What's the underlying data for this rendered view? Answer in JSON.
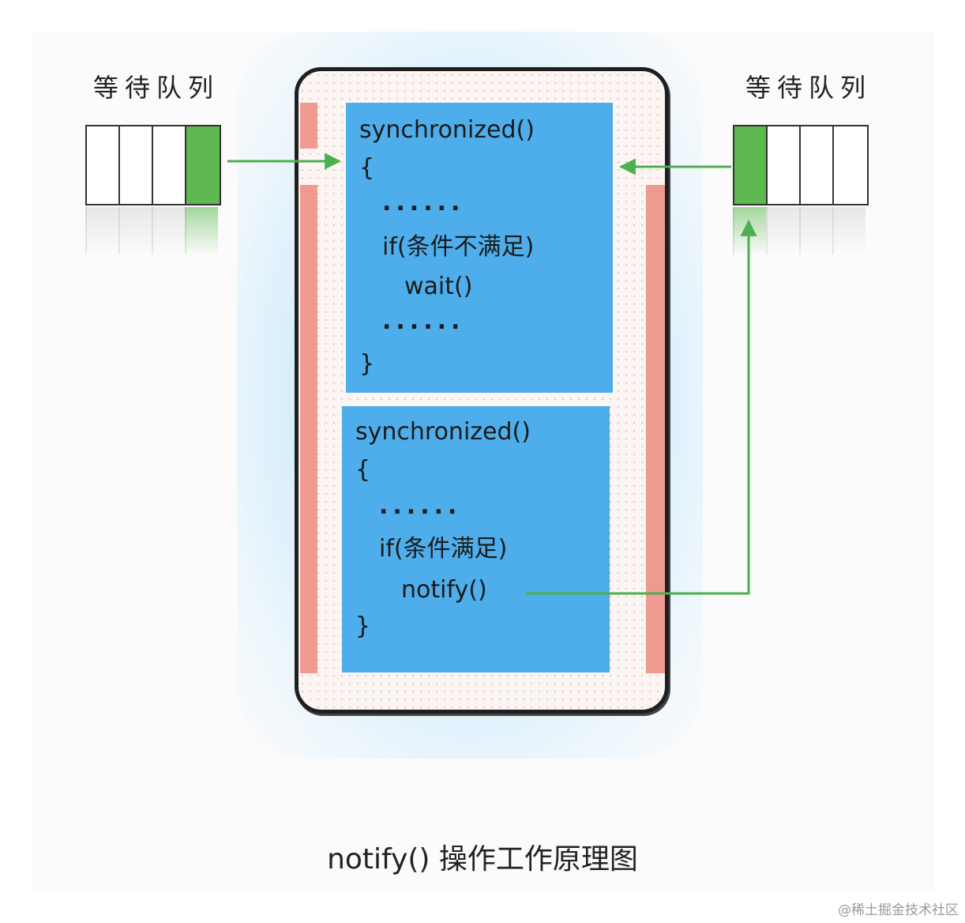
{
  "queues": {
    "left_label": "等待队列",
    "right_label": "等待队列"
  },
  "block_top": {
    "line1": "synchronized()",
    "line2": "{",
    "line3": "......",
    "line4": "if(条件不满足)",
    "line5": "wait()",
    "line6": "......",
    "line7": "}"
  },
  "block_bottom": {
    "line1": "synchronized()",
    "line2": "{",
    "line3": "......",
    "line4": "if(条件满足)",
    "line5": "notify()",
    "line6": "}"
  },
  "caption": "notify() 操作工作原理图",
  "watermark": "@稀土掘金技术社区",
  "colors": {
    "block": "#4eaeec",
    "queue_active": "#5cb84f",
    "arrow": "#4caf50",
    "bar": "#ef9a91"
  }
}
